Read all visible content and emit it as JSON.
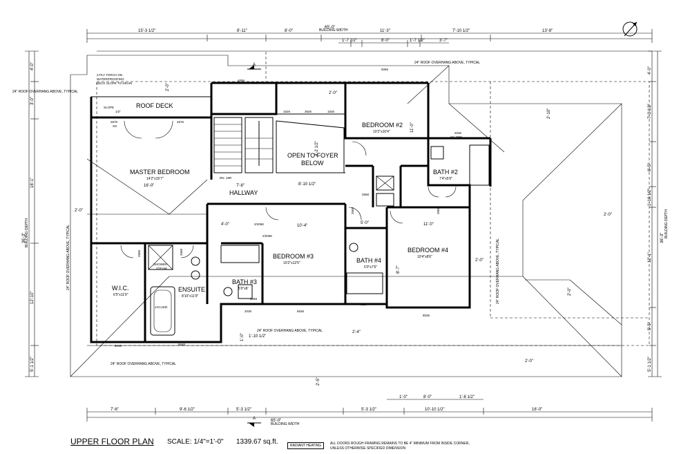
{
  "title": {
    "plan_name": "UPPER FLOOR PLAN",
    "scale": "SCALE: 1/4\"=1'-0\"",
    "area": "1339.67 sq.ft.",
    "legend_box": "RADIANT HEATING",
    "note_line1": "ALL DOORS ROUGH FRAMING REMAINS TO BE 4\" MINIMUM FROM INSIDE CORNER,",
    "note_line2": "UNLESS OTHERWISE SPECIFIED DIMENSION"
  },
  "rooms": {
    "master_bedroom": "MASTER BEDROOM",
    "master_bedroom_size": "14'2\"x15'7\"",
    "roof_deck": "ROOF DECK",
    "bedroom2": "BEDROOM #2",
    "bedroom2_size": "10'2\"x10'4\"",
    "open_to_foyer": "OPEN TO FOYER",
    "below": "BELOW",
    "hallway": "HALLWAY",
    "bath2": "BATH #2",
    "bath2_size": "7'4\"x5'0\"",
    "bedroom3": "BEDROOM #3",
    "bedroom3_size": "10'2\"x12'5\"",
    "bath3": "BATH #3",
    "bath3_size": "5'0\"x8'",
    "bedroom4": "BEDROOM #4",
    "bedroom4_size": "10'4\"x8'6\"",
    "bath4": "BATH #4",
    "bath4_size": "5'0\"x7'6\"",
    "wic": "W.I.C.",
    "wic_size": "6'5\"x11'9\"",
    "ensuite": "ENSUITE",
    "ensuite_size": "8'10\"x11'9\"",
    "shower": "SHOWER",
    "shower_note": "STEAM",
    "jacuzzi": "JACUZZI",
    "dn": "DN. 18R"
  },
  "notes": {
    "torch_on1": "2-PLY TORCH ON",
    "torch_on2": "WATERPROOFING",
    "torch_on3": "DECK SLOPE TO DRAIN",
    "slope1": "SLOPE",
    "slope2": "1/2\"",
    "overhang_top": "24\" ROOF OVERHANG ABOVE, TYPICAL",
    "overhang_right": "24\" ROOF OVERHANG ABOVE, TYPICAL",
    "overhang_left": "24\" ROOF OVERHANG ABOVE, TYPICAL",
    "overhang_left_upper": "24\" ROOF OVERHANG ABOVE, TYPICAL",
    "overhang_bottom": "24\" ROOF OVERHANG ABOVE, TYPICAL",
    "overhang_mid": "24\" ROOF OVERHANG ABOVE, TYPICAL",
    "building_width_top": "BUILDING WIDTH",
    "building_width_bottom": "BUILDING WIDTH",
    "building_depth_left": "BUILDING DEPTH",
    "building_depth_right": "BUILDING DEPTH",
    "section": "A",
    "section_bottom": "A"
  },
  "windows": {
    "w_4656": "4656",
    "w_5056": "5056",
    "w_1626a": "1626",
    "w_3626": "3626",
    "w_1626b": "1626",
    "w_2676a": "2676",
    "w_2676b": "2676",
    "sg": "SG",
    "w_2036a": "2036",
    "sg_obs": "SG OBS",
    "w_2036b": "2036",
    "w_6636": "6636",
    "w_4020": "4020",
    "w_8036": "8036",
    "w_6646": "6646",
    "w_2046": "2046",
    "w_2668a": "2668",
    "w_2668b": "2668",
    "w_2668c": "2668",
    "w_2668d": "2668",
    "w_2668e": "2668",
    "w_2068a": "2/2068",
    "w_2068b": "2/2068",
    "w_2068c": "2068"
  },
  "dims": {
    "top_total": "65'-0\"",
    "top_a": "15'-3 1/2\"",
    "top_b": "8'-11\"",
    "top_c": "8'-0\"",
    "top_d": "11'-3\"",
    "top_e": "7'-10 1/2\"",
    "top_f": "13'-8\"",
    "top_g": "1'-7 1/2\"",
    "top_h": "8'-0\"",
    "top_i": "1'-7 1/2\"",
    "top_j": "3'-7\"",
    "bot_total": "65'-0\"",
    "bot_a": "7'-6\"",
    "bot_b": "9'-6 1/2\"",
    "bot_c": "5'-3 1/2\"",
    "bot_d": "5'-3 1/2\"",
    "bot_e": "10'-10 1/2\"",
    "bot_f": "16'-0\"",
    "bot_g": "1'-0\"",
    "bot_h": "8'-0\"",
    "bot_i": "1'-8 1/2\"",
    "left_total": "36'-3\"",
    "left_a": "4'-0\"",
    "left_b": "3'-0\"",
    "left_c": "16'-1\"",
    "left_d": "12'-10\"",
    "left_e": "5'-1 1/2\"",
    "right_total": "36'-3\"",
    "right_a": "4'-0\"",
    "right_b": "7'-3 1/2\"",
    "right_c": "6'-5\"",
    "right_d": "1'-10 1/2\"",
    "right_e": "12'-1\"",
    "right_f": "5'-5\"",
    "right_g": "5'-1 1/2\"",
    "in_2_0a": "2'-0\"",
    "in_2_0b": "2'-0\"",
    "in_2_0c": "2'-0\"",
    "in_2_0d": "2'-0\"",
    "in_2_0e": "2'-0\"",
    "in_2_0f": "2'-0\"",
    "in_16_0": "16'-0\"",
    "in_7_8": "7'-8\"",
    "in_8_10": "8'-10 1/2\"",
    "in_10_4": "10'-4\"",
    "in_11_0": "11'-0\"",
    "in_11_0b": "11'-0\"",
    "in_4_0": "4'-0\"",
    "in_5_0": "5'-0\"",
    "in_4_2": "4'-2 1/2\"",
    "in_1_10": "1'-10 1/2\"",
    "in_2_4": "2'-4\"",
    "in_8_7": "8'-7\"",
    "in_2_5": "2'-5\"",
    "in_1_0": "1'-0\"",
    "in_2_10": "2'-10\"",
    "in_2_0g": "2'-0\""
  }
}
